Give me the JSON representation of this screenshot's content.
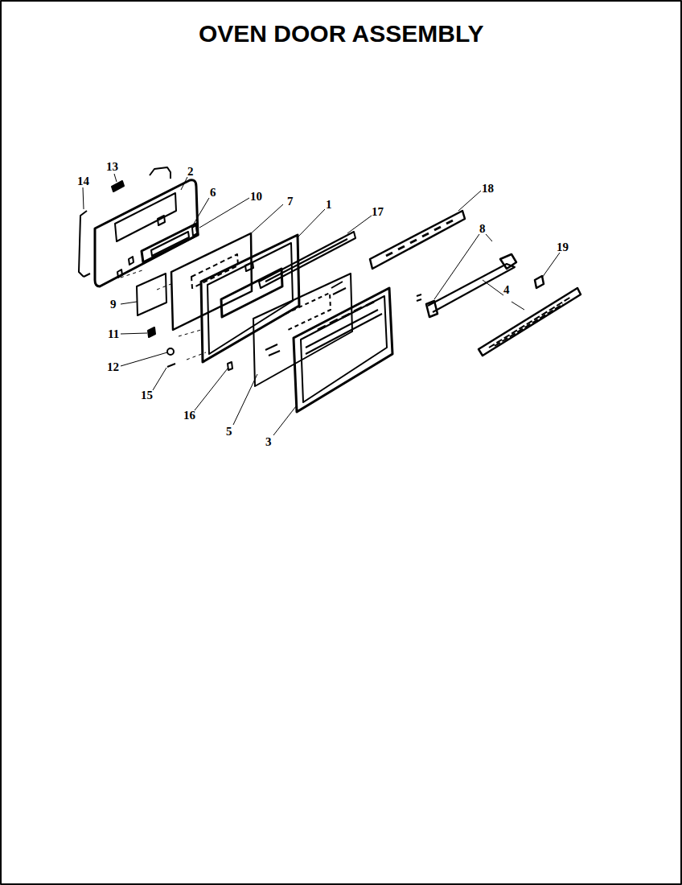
{
  "diagram": {
    "title": "OVEN DOOR ASSEMBLY",
    "labels": [
      "13",
      "2",
      "14",
      "6",
      "10",
      "7",
      "1",
      "17",
      "18",
      "8",
      "19",
      "9",
      "4",
      "11",
      "12",
      "15",
      "16",
      "5",
      "3"
    ]
  }
}
